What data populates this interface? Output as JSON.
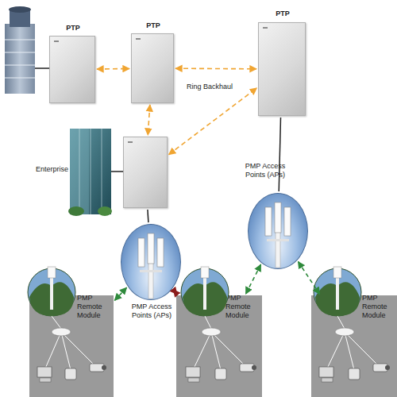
{
  "diagram": {
    "nodes": [
      {
        "text": [
          "PTP"
        ]
      },
      {
        "text": [
          "PTP"
        ]
      },
      {
        "text": [
          "PTP"
        ]
      },
      {
        "text": []
      },
      {
        "text": [
          "PMP Access Points (APs)"
        ]
      },
      {
        "text": [
          "PMP Access Points (APs)"
        ]
      },
      {
        "text": [
          "PMP Remote Module"
        ]
      },
      {
        "text": [
          "PMP Remote Module"
        ]
      },
      {
        "text": [
          "PMP Remote Module"
        ]
      }
    ],
    "edges": [
      {
        "from": 0,
        "to": 1,
        "arrow": "both"
      },
      {
        "from": 1,
        "to": 2,
        "arrow": "both"
      },
      {
        "from": 1,
        "to": 3,
        "arrow": "both"
      },
      {
        "from": 3,
        "to": 2,
        "arrow": "both"
      },
      {
        "from": 3,
        "to": 4,
        "arrow": "none"
      },
      {
        "from": 2,
        "to": 5,
        "arrow": "none"
      },
      {
        "from": 4,
        "to": 6,
        "arrow": "both"
      },
      {
        "from": 4,
        "to": 7,
        "arrow": "both"
      },
      {
        "from": 5,
        "to": 7,
        "arrow": "both"
      },
      {
        "from": 5,
        "to": 8,
        "arrow": "both"
      }
    ],
    "labels": [
      "Ring Backhaul",
      "Enterprise"
    ]
  }
}
